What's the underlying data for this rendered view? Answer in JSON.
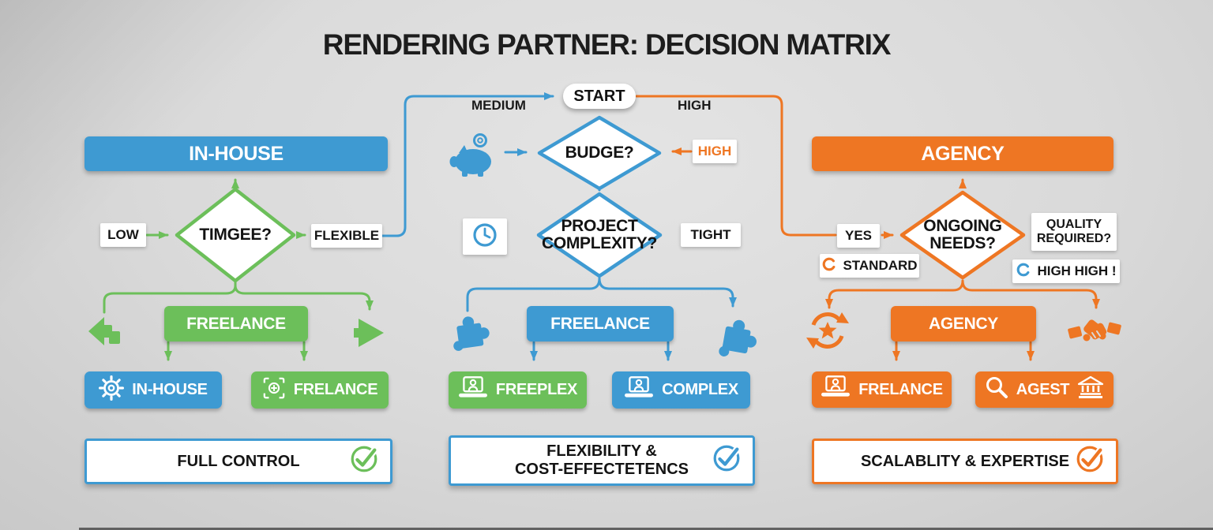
{
  "title": "RENDERING PARTNER: DECISION MATRIX",
  "colors": {
    "blue": "#3E9AD2",
    "green": "#6CBF5A",
    "orange": "#EE7623",
    "ink": "#1D1D1D",
    "card": "#FFFFFF"
  },
  "start": {
    "label": "START",
    "left_branch": "MEDIUM",
    "right_branch": "HIGH"
  },
  "inhouse": {
    "header": "IN-HOUSE",
    "diamond": "TIMGEE?",
    "low": "LOW",
    "flexible": "FLEXIBLE",
    "bar": "FREELANCE",
    "option1": "IN-HOUSE",
    "option2": "FRELANCE",
    "result": "FULL CONTROL",
    "icons": [
      "undo-arrow-icon",
      "forward-arrow-icon",
      "gear-icon",
      "focus-target-icon",
      "check-circle-icon"
    ]
  },
  "budget": {
    "diamond": "BUDGE?",
    "high_input": "HIGH",
    "complexity_line1": "PROJECT",
    "complexity_line2": "COMPLEXITY?",
    "tight": "TIGHT",
    "bar": "FREELANCE",
    "option1": "FREEPLEX",
    "option2": "COMPLEX",
    "result_line1": "FLEXIBILITY &",
    "result_line2": "COST-EFFECTETENCS",
    "icons": [
      "piggy-bank-icon",
      "clock-icon",
      "puzzle-icon",
      "laptop-user-icon",
      "check-circle-icon"
    ]
  },
  "agency": {
    "header": "AGENCY",
    "diamond_line1": "ONGOING",
    "diamond_line2": "NEEDS?",
    "yes": "YES",
    "quality_line1": "QUALITY",
    "quality_line2": "REQUIRED?",
    "standard": "STANDARD",
    "high_high": "HIGH HIGH !",
    "bar": "AGENCY",
    "option1": "FRELANCE",
    "option2": "AGEST",
    "result": "SCALABLITY & EXPERTISE",
    "icons": [
      "sync-star-icon",
      "handshake-icon",
      "laptop-user-icon",
      "magnifier-icon",
      "bank-icon",
      "check-circle-icon"
    ]
  }
}
